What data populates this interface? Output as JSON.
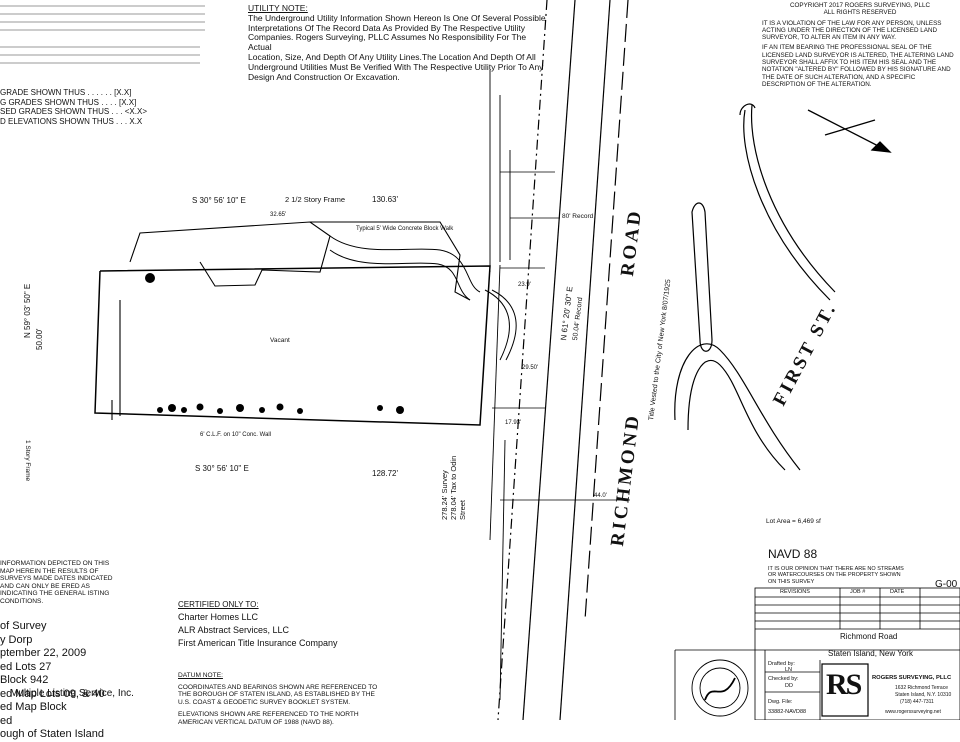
{
  "utility_note": {
    "heading": "UTILITY NOTE:",
    "lines": [
      "The Underground Utility Information Shown Hereon Is One Of Several Possible",
      "Interpretations Of The Record Data As Provided By The Respective Utility",
      "Companies.  Rogers Surveying, PLLC Assumes No Responsibility For The Actual",
      "Location, Size, And Depth Of Any Utility Lines.The Location And Depth Of All",
      "Underground Utilities Must Be Verified With The Respective Utility Prior To Any",
      "Design And Construction Or Excavation."
    ]
  },
  "copyright": {
    "line1": "COPYRIGHT  2017  ROGERS SURVEYING, PLLC",
    "line2": "ALL RIGHTS RESERVED",
    "para1": "IT IS A VIOLATION OF THE LAW FOR ANY PERSON, UNLESS ACTING UNDER THE DIRECTION OF THE LICENSED LAND SURVEYOR, TO ALTER AN ITEM IN ANY WAY.",
    "para2": "IF AN ITEM BEARING THE PROFESSIONAL SEAL OF THE LICENSED LAND SURVEYOR IS ALTERED, THE ALTERING LAND SURVEYOR SHALL AFFIX TO HIS ITEM HIS SEAL AND THE NOTATION \"ALTERED BY\" FOLLOWED BY HIS SIGNATURE AND THE DATE OF SUCH ALTERATION, AND A SPECIFIC DESCRIPTION OF THE ALTERATION."
  },
  "legend": {
    "l1": "GRADE SHOWN THUS . . . . . . [X.X]",
    "l2": "G GRADES SHOWN THUS . . . . [X.X]",
    "l3": "SED GRADES SHOWN THUS . . . <X.X>",
    "l4": "D ELEVATIONS SHOWN THUS . . . X.X"
  },
  "plan": {
    "bearing_top": "S  30° 56' 10\" E",
    "dist_top": "130.63'",
    "bearing_bottom": "S  30° 56' 10\"  E",
    "dist_bottom": "128.72'",
    "bearing_left": "N  59° 03' 50\" E",
    "dist_left": "50.00'",
    "bearing_right": "N  61° 20' 30\" E",
    "dist_right": "50.04' Record",
    "frame_label": "2 1/2 Story Frame",
    "walk_label": "Typical 5' Wide Concrete Block Walk",
    "vacant": "Vacant",
    "frame_left": "1 Story Frame",
    "street_dist": "278.24' Survey  278.04' Tax to  Odin Street",
    "record": "80' Record",
    "road1": "RICHMOND",
    "road2": "ROAD",
    "vested": "Title Vested to the City of New York 8/07/1925",
    "first_st": "FIRST  ST.",
    "lot_area": "Lot Area = 6,469 sf",
    "clf": "6' C.L.F. on 10\" Conc. Wall",
    "dim1": "32.65'",
    "dim2": "44.0'",
    "dim3": "23.9'",
    "dim4": "29.50'",
    "dim5": "17.93'"
  },
  "left_mid_note": "INFORMATION DEPICTED ON THIS MAP HEREIN THE RESULTS OF SURVEYS MADE DATES INDICATED AND CAN ONLY BE ERED AS INDICATING THE GENERAL ISTING CONDITIONS.",
  "left_bottom": {
    "l1": "of Survey",
    "l2": "y Dorp",
    "l3": "ptember 22, 2009",
    "l4": "ed Lots  27",
    "l5": "Block  942",
    "l6": "ed Map Lots 09, & 40",
    "l7": "ed Map Block",
    "l8": "Multiple Listing Service, Inc.",
    "l9": "ed",
    "l10": "ough of Staten Island"
  },
  "certified": {
    "heading": "CERTIFIED ONLY TO:",
    "c1": "Charter Homes LLC",
    "c2": "ALR Abstract Services, LLC",
    "c3": "First American Title Insurance Company"
  },
  "datum": {
    "heading": "DATUM NOTE:",
    "body": "COORDINATES AND BEARINGS SHOWN ARE REFERENCED TO THE BOROUGH OF STATEN ISLAND, AS ESTABLISHED BY THE U.S. COAST & GEODETIC SURVEY BOOKLET SYSTEM.",
    "body2": "ELEVATIONS SHOWN ARE REFERENCED TO THE NORTH AMERICAN VERTICAL DATUM OF 1988 (NAVD 88)."
  },
  "title_block": {
    "navd": "NAVD  88",
    "sheet": "G-00",
    "streams": "IT IS OUR OPINION THAT THERE ARE NO STREAMS OR WATERCOURSES ON THE PROPERTY SHOWN ON THIS SURVEY",
    "revisions": "REVISIONS",
    "job": "JOB #",
    "date": "DATE",
    "project": "Richmond Road",
    "location": "Staten Island, New York",
    "drafted_label": "Drafted by:",
    "drafted_val": "LN",
    "checked_label": "Checked by:",
    "checked_val": "DD",
    "dwg_label": "Dwg. File:",
    "dwg_val": "33882-NAVD88",
    "company": "ROGERS SURVEYING, PLLC",
    "address1": "1632 Richmond Terrace",
    "address2": "Staten Island, N.Y. 10310",
    "phone": "(718) 447-7311",
    "web": "www.rogerssurveying.net",
    "logo": "RS"
  }
}
